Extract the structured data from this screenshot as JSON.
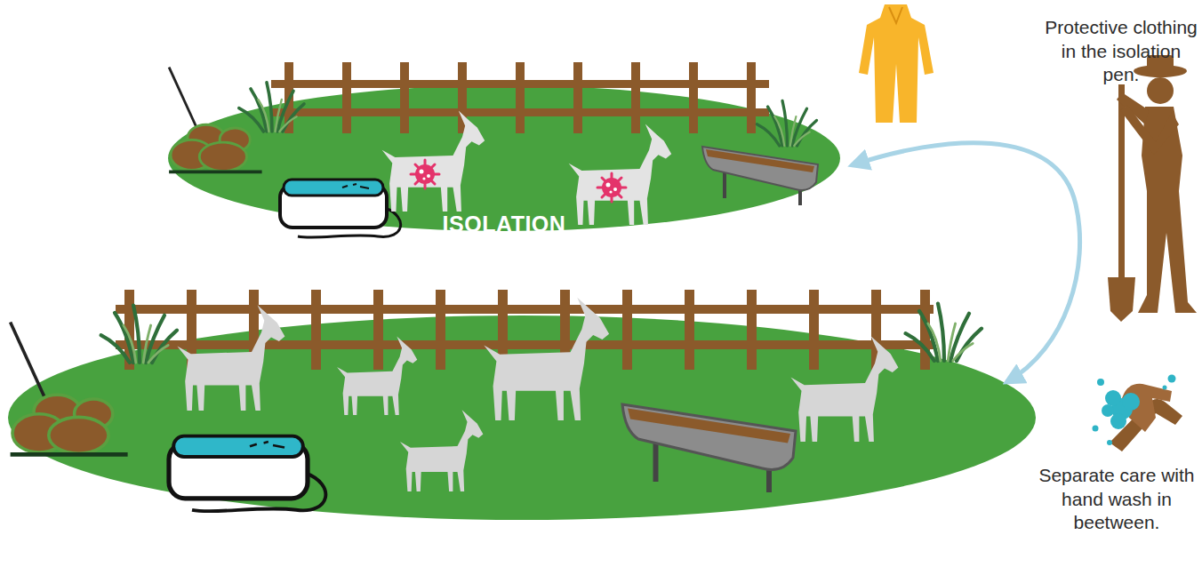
{
  "diagram": {
    "nodes": [
      {
        "text": [
          "ISOLATION"
        ]
      }
    ],
    "labels": [
      "Protective clothing in the isolation pen.",
      "Separate care with hand wash in beetween."
    ]
  }
}
